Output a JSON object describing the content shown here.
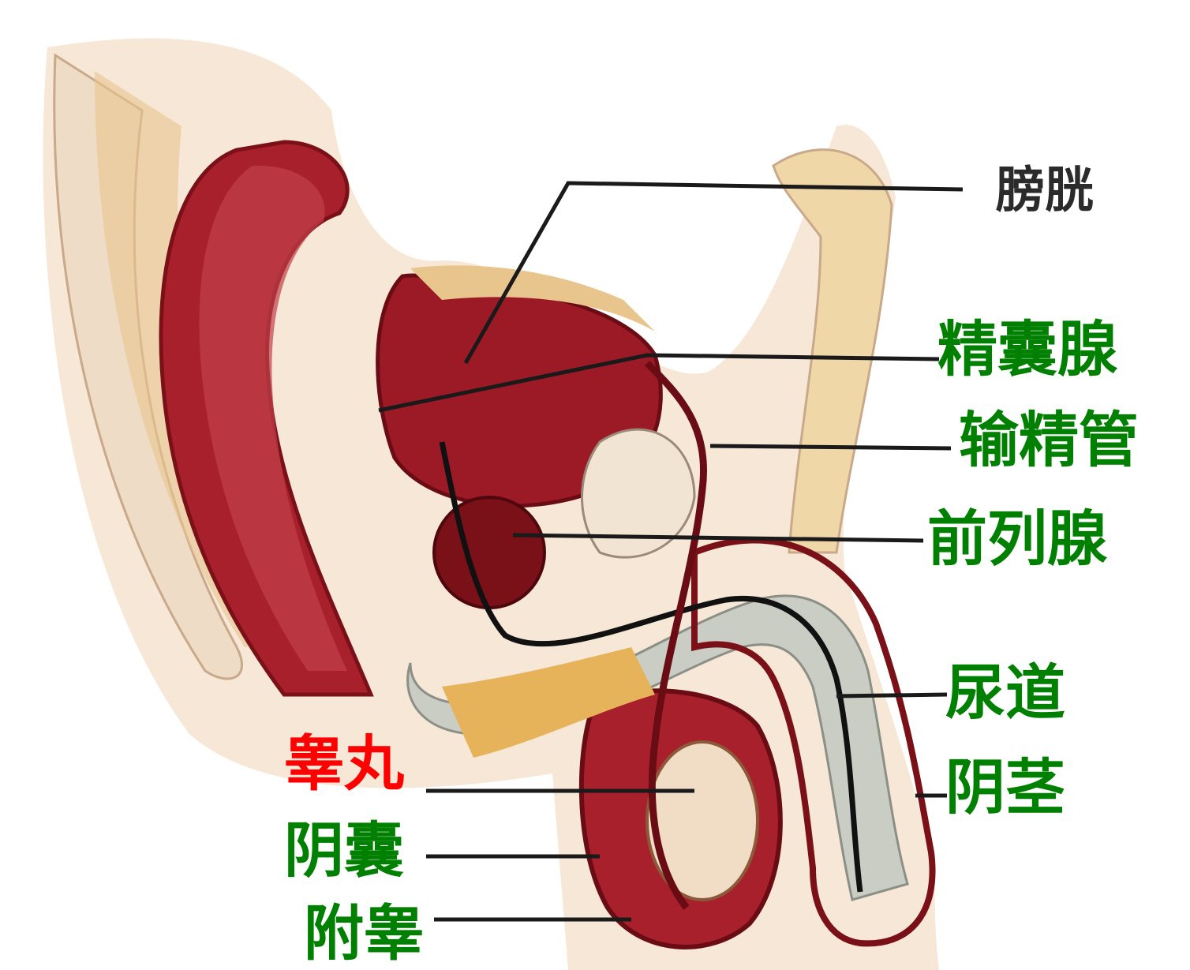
{
  "labels": {
    "bladder": "膀胱",
    "seminal_vesicle": "精囊腺",
    "vas_deferens": "输精管",
    "prostate": "前列腺",
    "urethra": "尿道",
    "penis": "阴茎",
    "testis": "睾丸",
    "scrotum": "阴囊",
    "epididymis": "附睾"
  },
  "colors": {
    "green_label": "#008000",
    "red_label": "#ff0000",
    "dark_label": "#2b2b2b",
    "leader_line": "#1a1a1a",
    "muscle_red": "#a8202c",
    "dark_red": "#7a1018",
    "skin": "#f3dcc4",
    "fat": "#e6b25a",
    "urethra_grey": "#c9cdc4"
  }
}
